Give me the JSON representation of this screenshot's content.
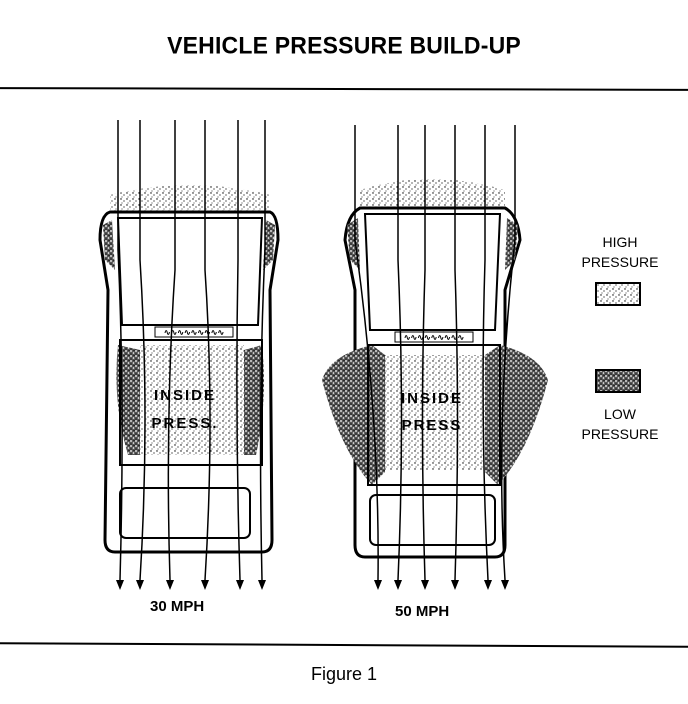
{
  "title": "VEHICLE PRESSURE BUILD-UP",
  "vehicles": [
    {
      "speed_label": "30 MPH",
      "inside_line1": "INSIDE",
      "inside_line2": "PRESS."
    },
    {
      "speed_label": "50 MPH",
      "inside_line1": "INSIDE",
      "inside_line2": "PRESS"
    }
  ],
  "legend": {
    "high": {
      "line1": "HIGH",
      "line2": "PRESSURE"
    },
    "low": {
      "line1": "LOW",
      "line2": "PRESSURE"
    }
  },
  "caption": "Figure 1",
  "colors": {
    "ink": "#000000",
    "paper": "#ffffff"
  }
}
